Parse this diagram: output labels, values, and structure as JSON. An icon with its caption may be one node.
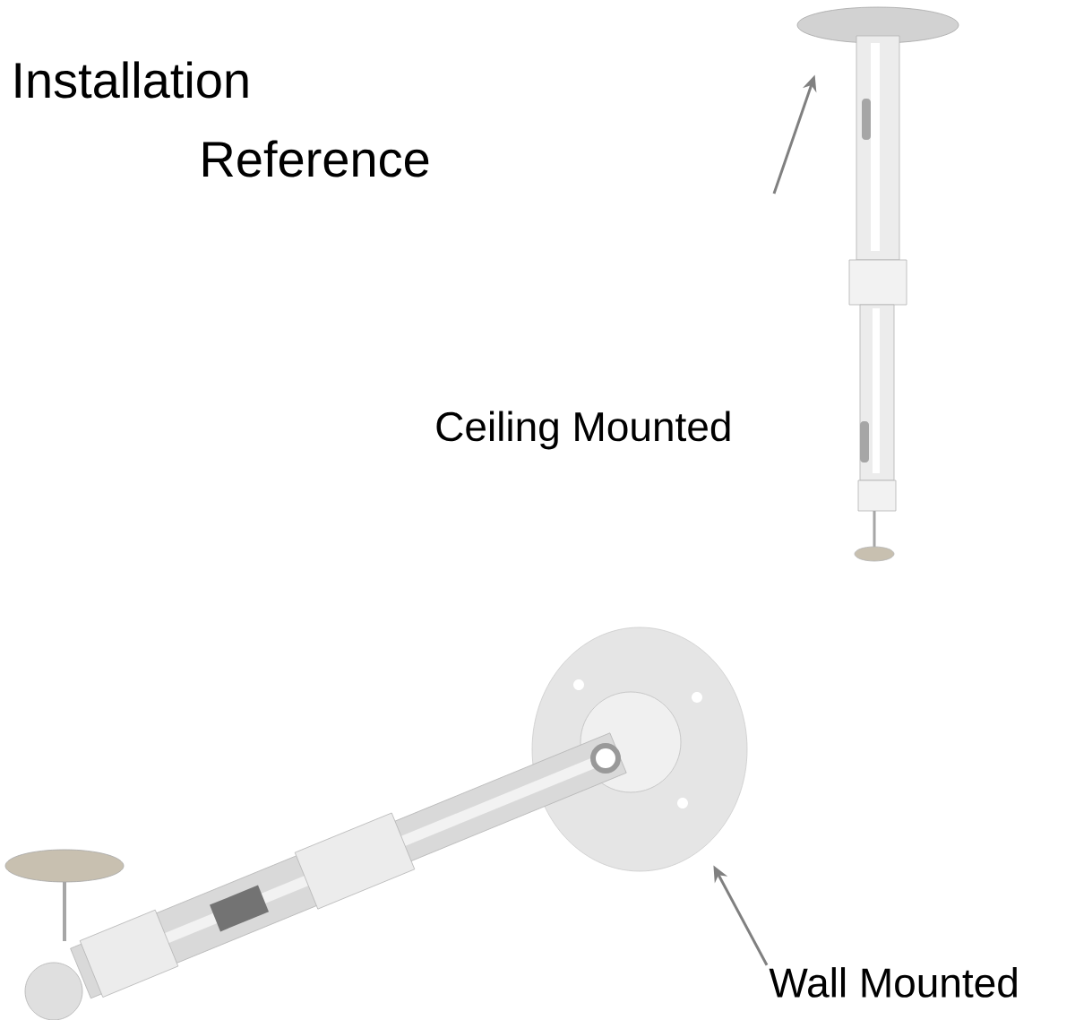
{
  "diagram": {
    "title": "Installation Reference",
    "nodes": [
      {
        "text": [],
        "shape": "picture",
        "beside": [
          "Ceiling Mounted"
        ]
      },
      {
        "text": [],
        "shape": "picture"
      },
      {
        "text": [
          "Wall Mounted"
        ]
      }
    ],
    "edges": [
      {
        "from": null,
        "to": 0,
        "arrow": "to"
      },
      {
        "from": 2,
        "to": 1,
        "arrow": "to"
      }
    ]
  }
}
